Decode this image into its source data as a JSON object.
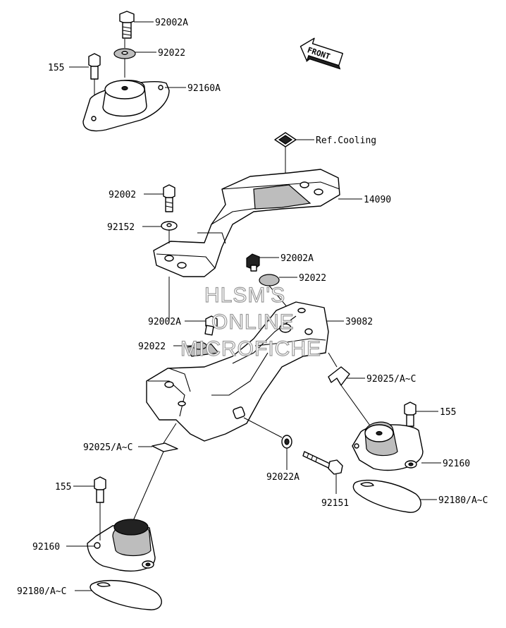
{
  "labels": {
    "l92002A_top": "92002A",
    "l92022_top": "92022",
    "l155_top": "155",
    "l92160A": "92160A",
    "lFront": "FRONT",
    "lRefCooling": "Ref.Cooling",
    "l14090": "14090",
    "l92002": "92002",
    "l92152": "92152",
    "l92002A_mid": "92002A",
    "l92022_mid": "92022",
    "l39082": "39082",
    "l92002A_left": "92002A",
    "l92022_left": "92022",
    "l92025_right": "92025/A~C",
    "l155_right": "155",
    "l92025_left": "92025/A~C",
    "l92160_right": "92160",
    "l92022A": "92022A",
    "l92151": "92151",
    "l155_left": "155",
    "l92180_right": "92180/A~C",
    "l92160_left": "92160",
    "l92180_left": "92180/A~C"
  },
  "watermark": {
    "line1": "HLSM'S",
    "line2": "ONLINE",
    "line3": "MICROFICHE"
  }
}
